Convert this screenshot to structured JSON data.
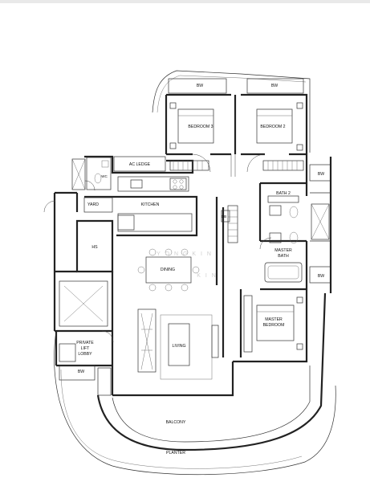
{
  "watermark": {
    "line1": "Y O N G    K I N",
    "line2": "K I N"
  },
  "labels": {
    "bw_top_left": "BW",
    "bw_top_right": "BW",
    "bedroom3": "BEDROOM 3",
    "bedroom2": "BEDROOM 2",
    "wc": "WC",
    "ac_ledge": "AC LEDGE",
    "bw_right_upper": "BW",
    "bath2": "BATH 2",
    "yard": "YARD",
    "kitchen": "KITCHEN",
    "db": "DB",
    "hs": "HS",
    "dining": "DINING",
    "master_bath_1": "MASTER",
    "master_bath_2": "BATH",
    "bw_right_lower": "BW",
    "master_bedroom_1": "MASTER",
    "master_bedroom_2": "BEDROOM",
    "private_lift_1": "PRIVATE",
    "private_lift_2": "LIFT",
    "private_lift_3": "LOBBY",
    "living": "LIVING",
    "bw_bottom_left": "BW",
    "balcony": "BALCONY",
    "planter": "PLANTER"
  }
}
